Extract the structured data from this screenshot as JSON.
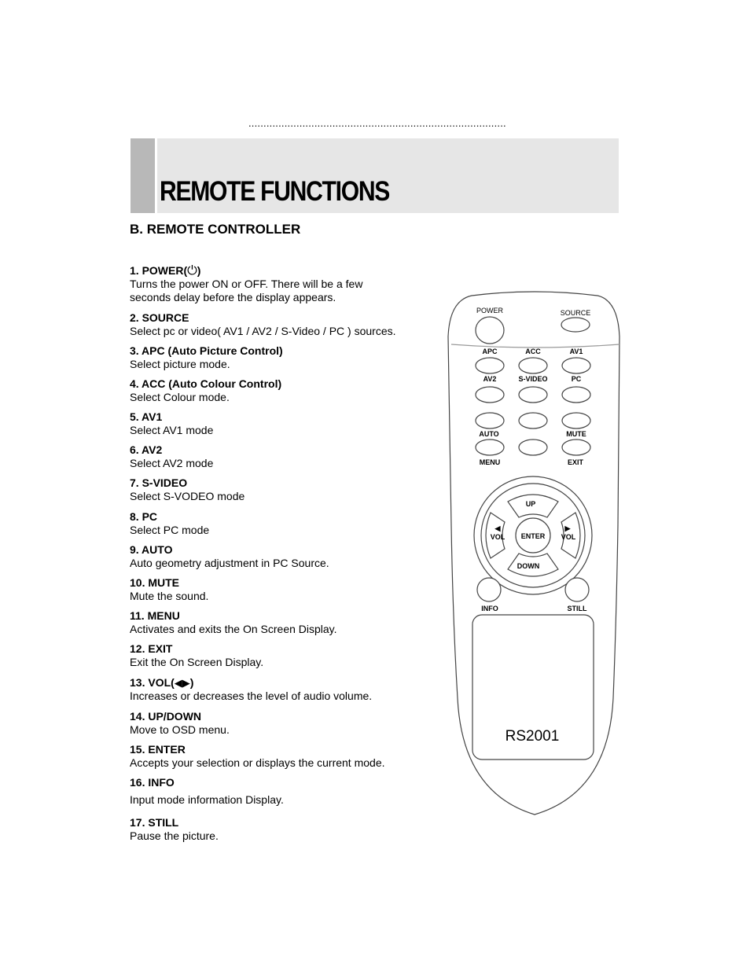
{
  "header": {
    "dots": "......................................................................................",
    "title": "REMOTE FUNCTIONS"
  },
  "section_title": "B. REMOTE CONTROLLER",
  "items": [
    {
      "title": "1. POWER(",
      "glyph": "⏻",
      "title_suffix": ")",
      "desc": "Turns the power ON or OFF. There will be a few seconds delay before the display appears."
    },
    {
      "title": "2. SOURCE",
      "desc": "Select pc or video( AV1 / AV2 / S-Video / PC ) sources."
    },
    {
      "title": "3. APC (Auto Picture Control)",
      "desc": "Select picture mode."
    },
    {
      "title": "4. ACC (Auto Colour Control)",
      "desc": "Select Colour mode."
    },
    {
      "title": "5. AV1",
      "desc": "Select AV1 mode"
    },
    {
      "title": "6. AV2",
      "desc": "Select AV2 mode"
    },
    {
      "title": "7. S-VIDEO",
      "desc": "Select S-VODEO mode"
    },
    {
      "title": "8. PC",
      "desc": "Select PC mode"
    },
    {
      "title": "9. AUTO",
      "desc": "Auto geometry adjustment in PC Source."
    },
    {
      "title": "10. MUTE",
      "desc": "Mute the sound."
    },
    {
      "title": "11. MENU",
      "desc": "Activates and exits the On Screen Display."
    },
    {
      "title": "12. EXIT",
      "desc": "Exit the On Screen Display."
    },
    {
      "title": "13. VOL(",
      "glyph": "◀▶",
      "title_suffix": ")",
      "desc": "Increases or decreases the level of audio volume."
    },
    {
      "title": "14. UP/DOWN",
      "desc": "Move to OSD menu."
    },
    {
      "title": "15. ENTER",
      "desc": "Accepts your selection or displays the current mode."
    },
    {
      "title": "16. INFO",
      "desc": "Input mode information Display."
    },
    {
      "title": "17. STILL",
      "desc": "Pause the picture."
    }
  ],
  "remote": {
    "power": "POWER",
    "source": "SOURCE",
    "apc": "APC",
    "acc": "ACC",
    "av1": "AV1",
    "av2": "AV2",
    "svideo": "S-VIDEO",
    "pc": "PC",
    "auto": "AUTO",
    "mute": "MUTE",
    "menu": "MENU",
    "exit": "EXIT",
    "up": "UP",
    "down": "DOWN",
    "enter": "ENTER",
    "vol": "VOL",
    "left_arrow": "◀",
    "right_arrow": "▶",
    "info": "INFO",
    "still": "STILL",
    "model": "RS2001"
  }
}
